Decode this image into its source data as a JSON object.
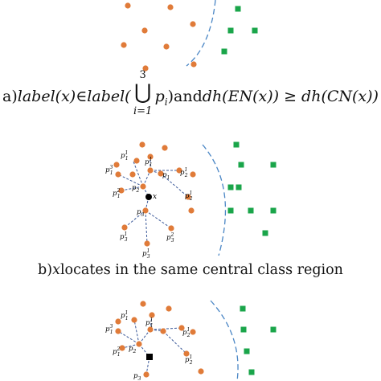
{
  "colors": {
    "class_point": "#e07b39",
    "other_class": "#1aa54a",
    "boundary": "#4a86c5",
    "neighbor_line": "#3c5a9a",
    "query": "#000000"
  },
  "caption_a": {
    "prefix": "a) ",
    "label_x": "label(x)",
    "in": " ∈ ",
    "label_open": "label(",
    "union_top": "3",
    "union_symbol": "⋃",
    "union_bottom": "i=1",
    "union_arg": " p",
    "union_arg_sub": "i",
    "close": ")",
    "and": " and ",
    "cond": "dh(EN(x)) ≥ dh(CN(x))"
  },
  "caption_b": {
    "prefix": "b) ",
    "x": "x",
    "text": " locates in the same central class region"
  },
  "labels": {
    "x": "x",
    "p": "p",
    "sub1": "1",
    "sub2": "2",
    "sub3": "3",
    "sup1": "1",
    "sup2": "2",
    "sup3": "3"
  }
}
